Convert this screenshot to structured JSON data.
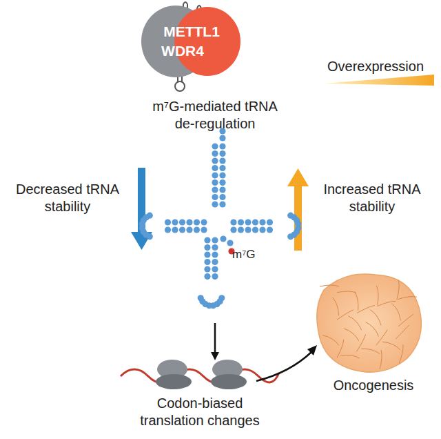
{
  "diagram": {
    "nodes": [
      {
        "text": [
          "METTL1",
          "WDR4"
        ]
      }
    ],
    "labels": [
      "Overexpression",
      "m⁷G-mediated tRNA de-regulation",
      "Decreased tRNA stability",
      "Increased tRNA stability",
      "m⁷G",
      "Codon-biased translation changes",
      "Oncogenesis"
    ]
  }
}
